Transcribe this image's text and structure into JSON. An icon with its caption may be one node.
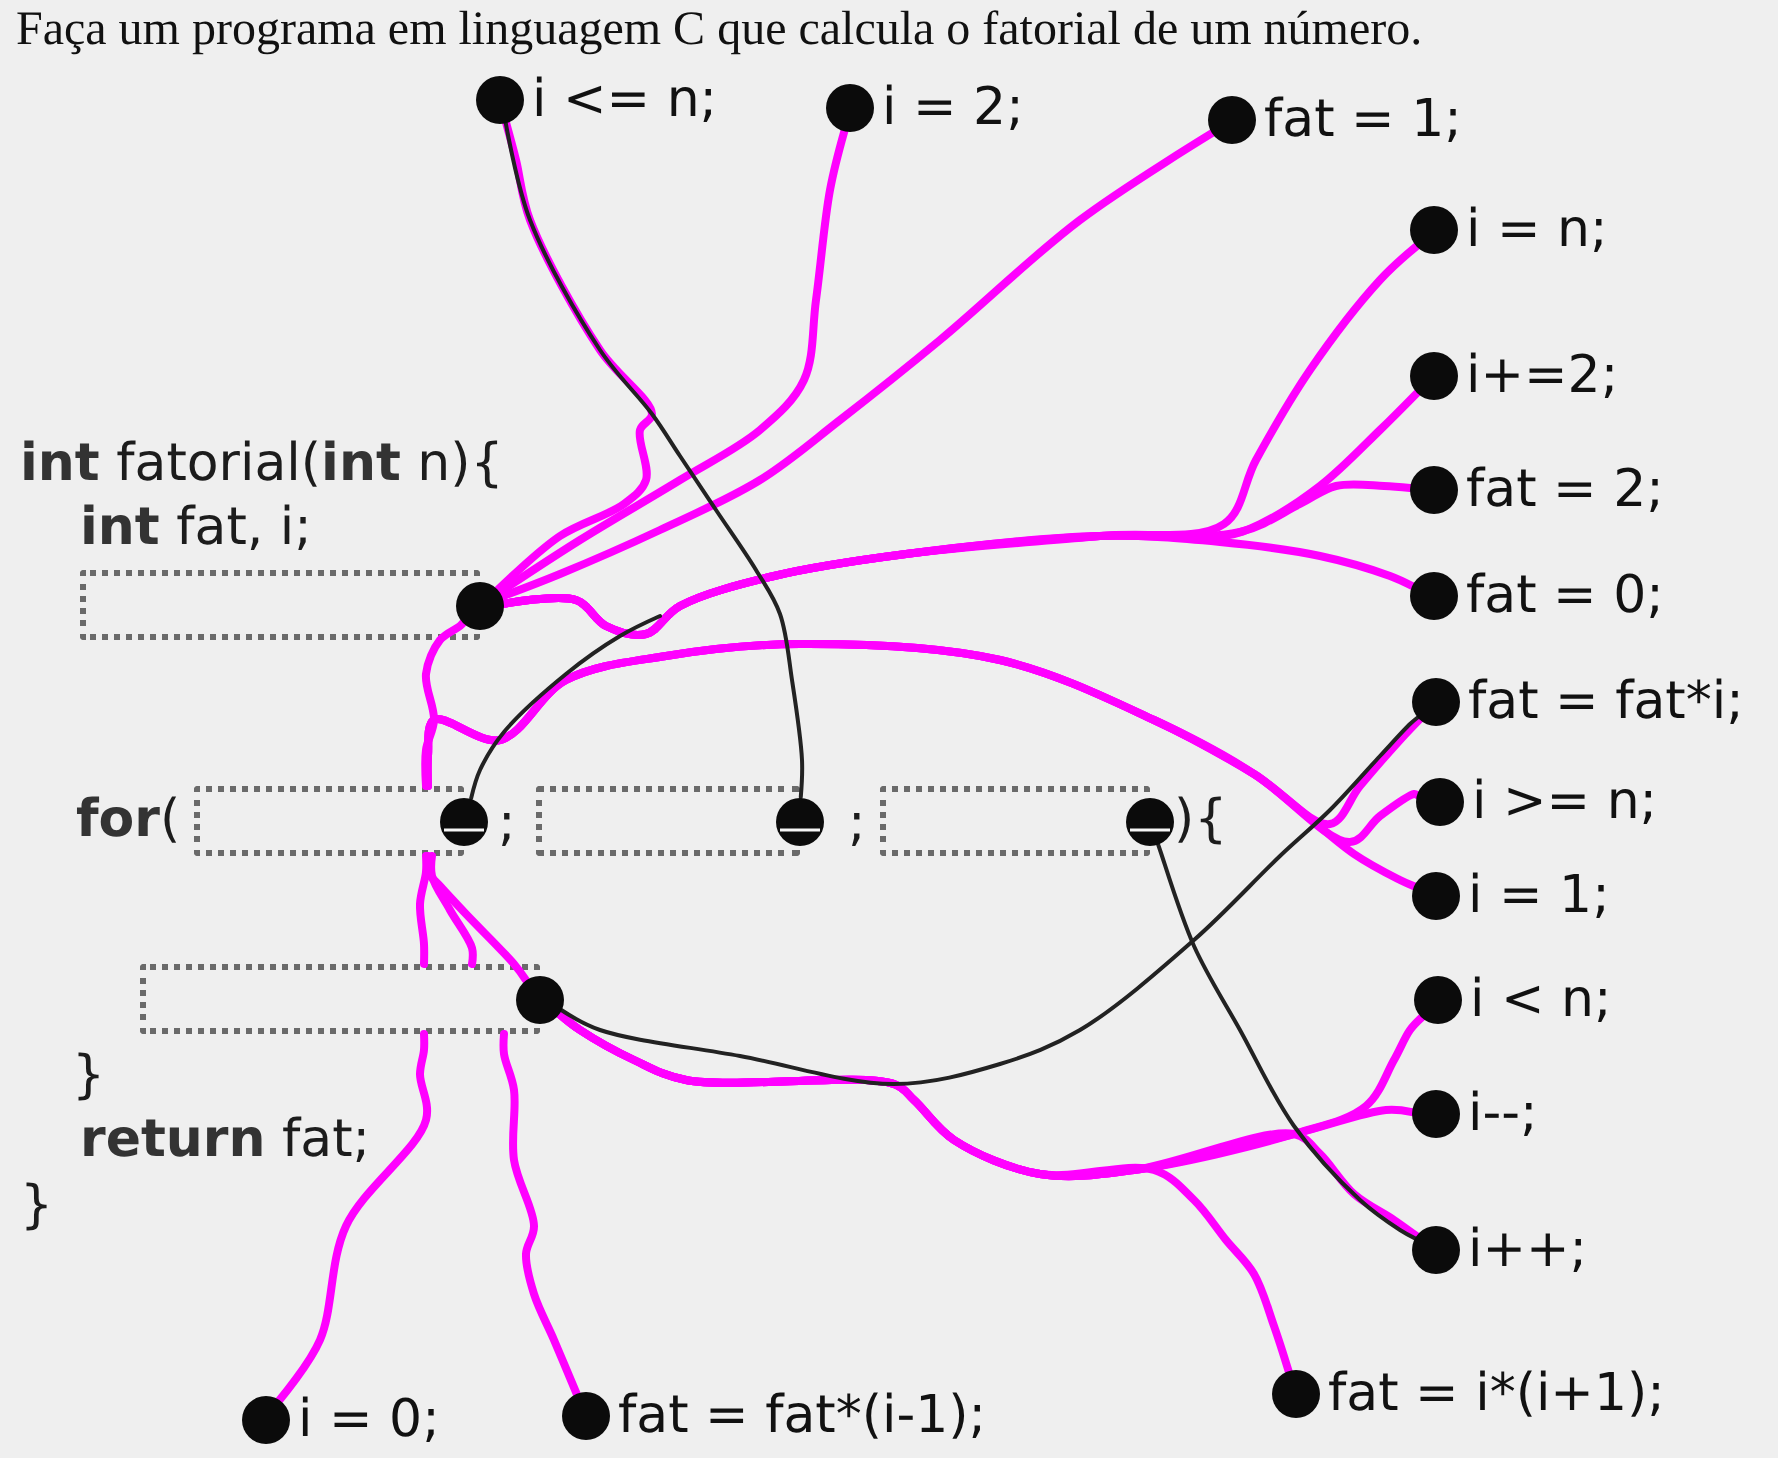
{
  "diagram": {
    "title": "Faça um programa em linguagem C que calcula o fatorial de um número.",
    "nodes": [
      {
        "text": [
          "i <= n;"
        ]
      },
      {
        "text": [
          "i = 2;"
        ]
      },
      {
        "text": [
          "fat = 1;"
        ]
      },
      {
        "text": [
          "i = n;"
        ]
      },
      {
        "text": [
          "i+=2;"
        ]
      },
      {
        "text": [
          "fat = 2;"
        ]
      },
      {
        "text": [],
        "shape": "box"
      },
      {
        "text": [
          "fat = 0;"
        ]
      },
      {
        "text": [
          "fat = fat*i;"
        ]
      },
      {
        "text": [
          "i >= n;"
        ]
      },
      {
        "text": [],
        "shape": "box"
      },
      {
        "text": [],
        "shape": "box"
      },
      {
        "text": [],
        "shape": "box"
      },
      {
        "text": [
          "i = 1;"
        ]
      },
      {
        "text": [],
        "shape": "box"
      },
      {
        "text": [
          "i < n;"
        ]
      },
      {
        "text": [
          "i--;"
        ]
      },
      {
        "text": [
          "i++;"
        ]
      },
      {
        "text": [
          "i = 0;"
        ]
      },
      {
        "text": [
          "fat = fat*(i-1);"
        ]
      },
      {
        "text": [
          "fat = i*(i+1);"
        ]
      }
    ],
    "edges": [
      {
        "from": 0,
        "to": 6,
        "arrow": "none"
      },
      {
        "from": 1,
        "to": 6,
        "arrow": "none"
      },
      {
        "from": 2,
        "to": 6,
        "arrow": "none"
      },
      {
        "from": 3,
        "to": 6,
        "arrow": "none"
      },
      {
        "from": 4,
        "to": 6,
        "arrow": "none"
      },
      {
        "from": 5,
        "to": 6,
        "arrow": "none"
      },
      {
        "from": 7,
        "to": 6,
        "arrow": "none"
      },
      {
        "from": 8,
        "to": 10,
        "arrow": "none"
      },
      {
        "from": 9,
        "to": 10,
        "arrow": "none"
      },
      {
        "from": 13,
        "to": 10,
        "arrow": "none"
      },
      {
        "from": 10,
        "to": 6,
        "arrow": "none"
      },
      {
        "from": 18,
        "to": 14,
        "arrow": "none"
      },
      {
        "from": 19,
        "to": 14,
        "arrow": "none"
      },
      {
        "from": 14,
        "to": 10,
        "arrow": "none"
      },
      {
        "from": 15,
        "to": 14,
        "arrow": "none"
      },
      {
        "from": 16,
        "to": 14,
        "arrow": "none"
      },
      {
        "from": 17,
        "to": 14,
        "arrow": "none"
      },
      {
        "from": 20,
        "to": 14,
        "arrow": "none"
      },
      {
        "from": 11,
        "to": 0,
        "arrow": "none",
        "color": "#222222"
      },
      {
        "from": 12,
        "to": 17,
        "arrow": "none",
        "color": "#222222"
      },
      {
        "from": 14,
        "to": 8,
        "arrow": "none",
        "color": "#222222"
      },
      {
        "from": 10,
        "to": null,
        "arrow": "none",
        "color": "#222222"
      },
      {
        "from": 14,
        "to": 10,
        "arrow": "none"
      },
      {
        "from": 14,
        "to": 10,
        "arrow": "none"
      }
    ],
    "labels": [
      "**int** fatorial(**int** n){",
      "**int** fat, i;",
      "**for**(",
      ";",
      ";",
      "){",
      "}",
      "**return** fat;",
      "}"
    ]
  }
}
